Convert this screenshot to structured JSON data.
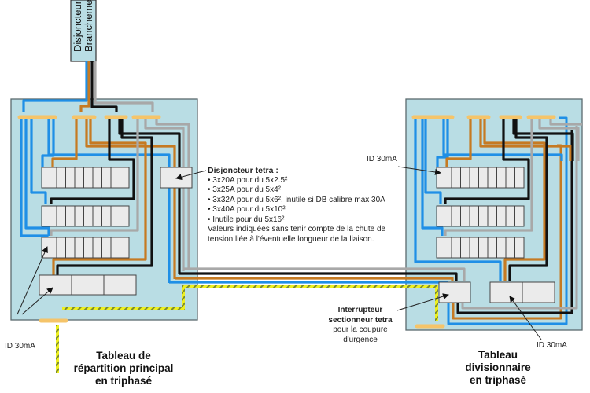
{
  "colors": {
    "panel_fill": "#b9dde4",
    "panel_border": "#5a6a6e",
    "phase_brown": "#c67a22",
    "phase_black": "#111111",
    "phase_grey": "#a8a8a8",
    "neutral_blue": "#1f8fe6",
    "earth_yellow": "#eef020",
    "earth_green": "#7a8a30",
    "busbar_orange": "#f5c469",
    "breaker_fill": "#ebebeb",
    "breaker_border": "#444444"
  },
  "supply": {
    "label_line1": "Disjoncteur",
    "label_line2": "Branchement"
  },
  "main_panel": {
    "title_line1": "Tableau de",
    "title_line2": "répartition principal",
    "title_line3": "en triphasé",
    "rcd_label": "ID 30mA",
    "breaker_rows": [
      {
        "modules": 9,
        "has_rcd": false
      },
      {
        "modules": 9,
        "has_rcd": false
      },
      {
        "modules": 9,
        "has_rcd": true
      }
    ],
    "rcd_row_modules": 3
  },
  "tetra_breaker_note": {
    "heading": "Disjoncteur tetra :",
    "items": [
      "3x20A pour du 5x2.5²",
      "3x25A pour du 5x4²",
      "3x32A pour du 5x6², inutile si DB calibre max 30A",
      "3x40A pour du 5x10²",
      "Inutile pour du 5x16²"
    ],
    "footnote_line1": "Valeurs indiquées sans tenir compte de la chute de",
    "footnote_line2": "tension liée à l'éventuelle longueur de la liaison."
  },
  "sub_panel": {
    "title_line1": "Tableau",
    "title_line2": "divisionnaire",
    "title_line3": "en triphasé",
    "rcd_label_top": "ID 30mA",
    "rcd_label_bottom": "ID 30mA",
    "switch_label_line1": "Interrupteur",
    "switch_label_line2": "sectionneur tetra",
    "switch_label_line3": "pour la coupure",
    "switch_label_line4": "d'urgence"
  }
}
